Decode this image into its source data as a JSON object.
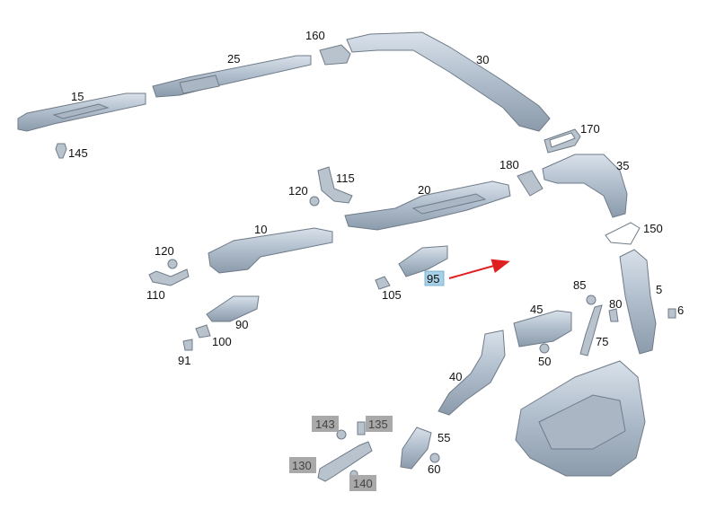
{
  "labels": {
    "p160": "160",
    "p30": "30",
    "p25": "25",
    "p15": "15",
    "p170": "170",
    "p145": "145",
    "p180": "180",
    "p35": "35",
    "p115": "115",
    "p120a": "120",
    "p20": "20",
    "p150": "150",
    "p10": "10",
    "p120b": "120",
    "p95": "95",
    "p110": "110",
    "p105": "105",
    "p85": "85",
    "p5": "5",
    "p80": "80",
    "p6": "6",
    "p90": "90",
    "p45": "45",
    "p75": "75",
    "p100": "100",
    "p91": "91",
    "p50": "50",
    "p40": "40",
    "p143": "143",
    "p135": "135",
    "p55": "55",
    "p130": "130",
    "p60": "60",
    "p140": "140"
  },
  "colors": {
    "highlight": "#a7cfe6",
    "unavailable": "#a9a9a9",
    "arrow": "#e02020"
  }
}
